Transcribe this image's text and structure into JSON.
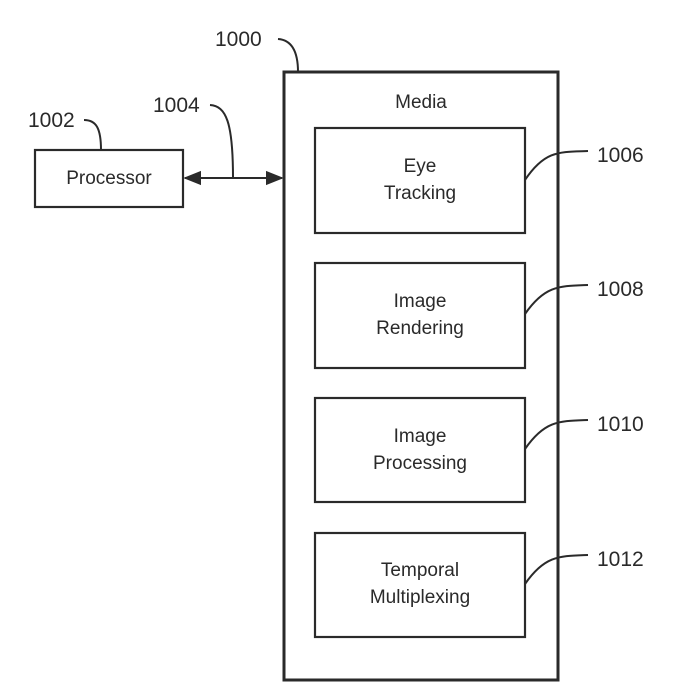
{
  "diagram": {
    "system": {
      "ref": "1000",
      "title": "Media"
    },
    "processor": {
      "ref": "1002",
      "label": "Processor"
    },
    "bus": {
      "ref": "1004",
      "direction": "bidirectional"
    },
    "modules": [
      {
        "ref": "1006",
        "line1": "Eye",
        "line2": "Tracking"
      },
      {
        "ref": "1008",
        "line1": "Image",
        "line2": "Rendering"
      },
      {
        "ref": "1010",
        "line1": "Image",
        "line2": "Processing"
      },
      {
        "ref": "1012",
        "line1": "Temporal",
        "line2": "Multiplexing"
      }
    ]
  }
}
